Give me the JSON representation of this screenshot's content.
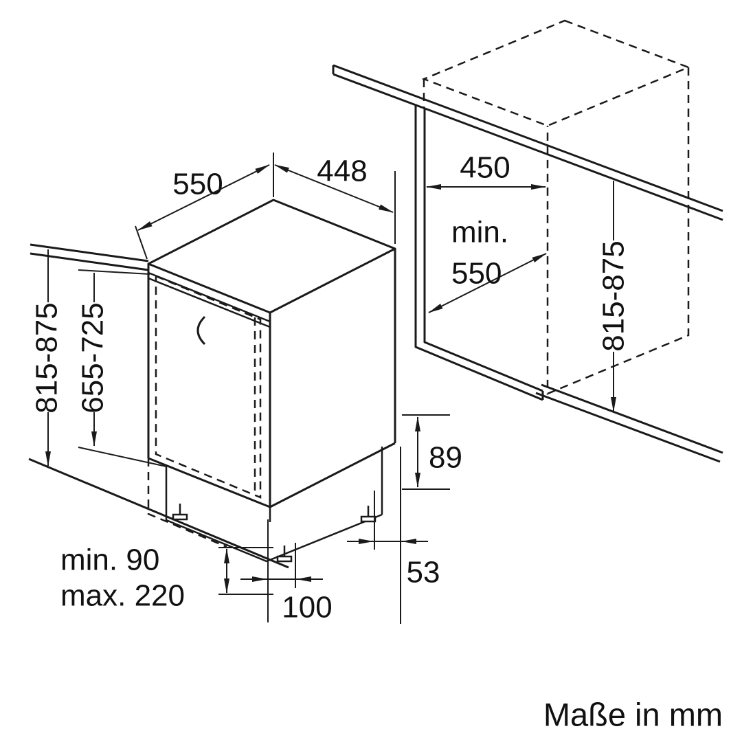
{
  "diagram": {
    "caption": "Maße in mm",
    "appliance": {
      "depth": "550",
      "width": "448",
      "height_range": "815-875",
      "door_height_range": "655-725",
      "plinth_min": "min. 90",
      "plinth_max": "max. 220",
      "front_foot_offset": "100",
      "base_height": "89",
      "rear_foot_offset": "53"
    },
    "niche": {
      "width": "450",
      "depth_prefix": "min.",
      "depth_value": "550",
      "height_range": "815-875"
    }
  }
}
